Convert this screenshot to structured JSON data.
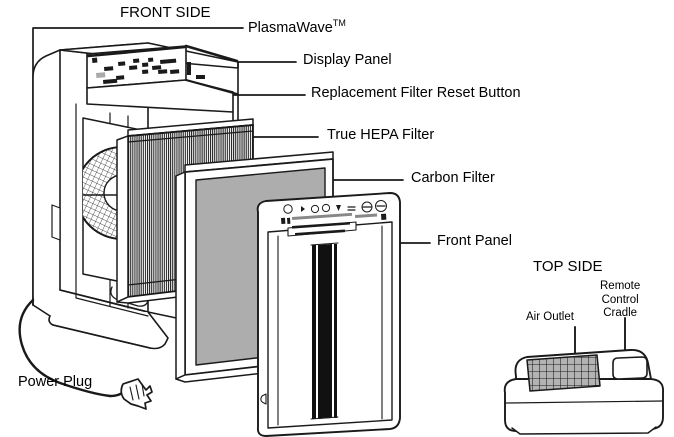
{
  "diagram": {
    "title_front": "FRONT SIDE",
    "title_top": "TOP SIDE",
    "labels": {
      "plasmawave": "PlasmaWave",
      "plasmawave_tm": "TM",
      "display_panel": "Display Panel",
      "reset_button": "Replacement Filter Reset Button",
      "hepa_filter": "True HEPA Filter",
      "carbon_filter": "Carbon Filter",
      "front_panel": "Front Panel",
      "power_plug": "Power Plug",
      "air_outlet": "Air Outlet",
      "remote_cradle_line1": "Remote",
      "remote_cradle_line2": "Control",
      "remote_cradle_line3": "Cradle"
    },
    "colors": {
      "outline": "#1a1a1a",
      "carbon_filter_fill": "#ADADAD",
      "grille_fill": "#B3B3B3",
      "body_fill": "#FFFFFF",
      "panel_shadow": "#E8E8E8",
      "dark_stripe": "#111111"
    }
  }
}
